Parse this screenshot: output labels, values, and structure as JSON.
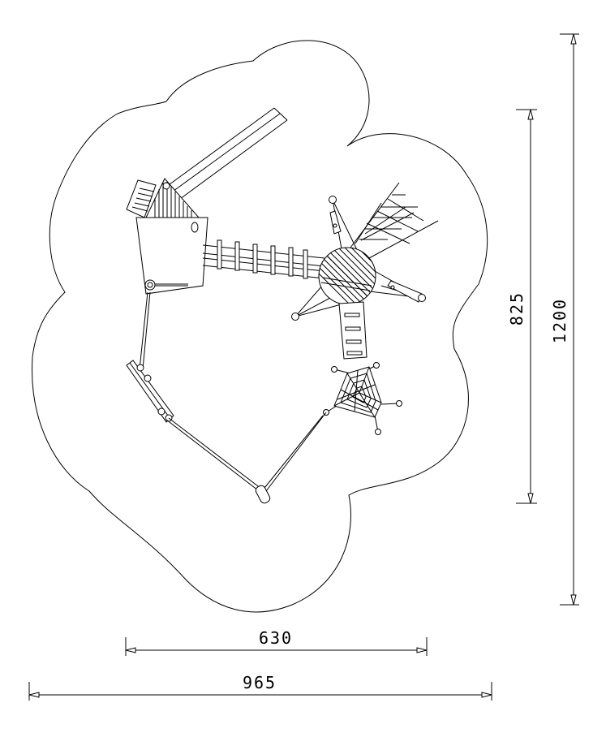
{
  "dimensions": {
    "overall_width": "965",
    "equipment_width": "630",
    "overall_height": "1200",
    "equipment_height": "825"
  },
  "colors": {
    "line": "#000000",
    "background": "#ffffff"
  }
}
